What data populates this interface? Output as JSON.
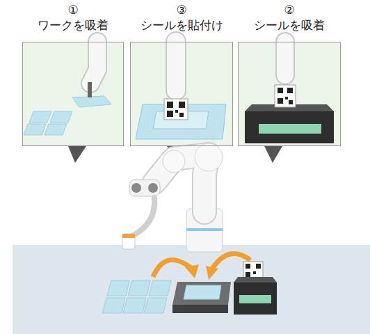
{
  "diagram": {
    "nodes": [
      {
        "text": [
          "①",
          "ワークを吸着"
        ]
      },
      {
        "text": [
          "③",
          "シールを貼付け"
        ]
      },
      {
        "text": [
          "②",
          "シールを吸着"
        ]
      }
    ]
  }
}
